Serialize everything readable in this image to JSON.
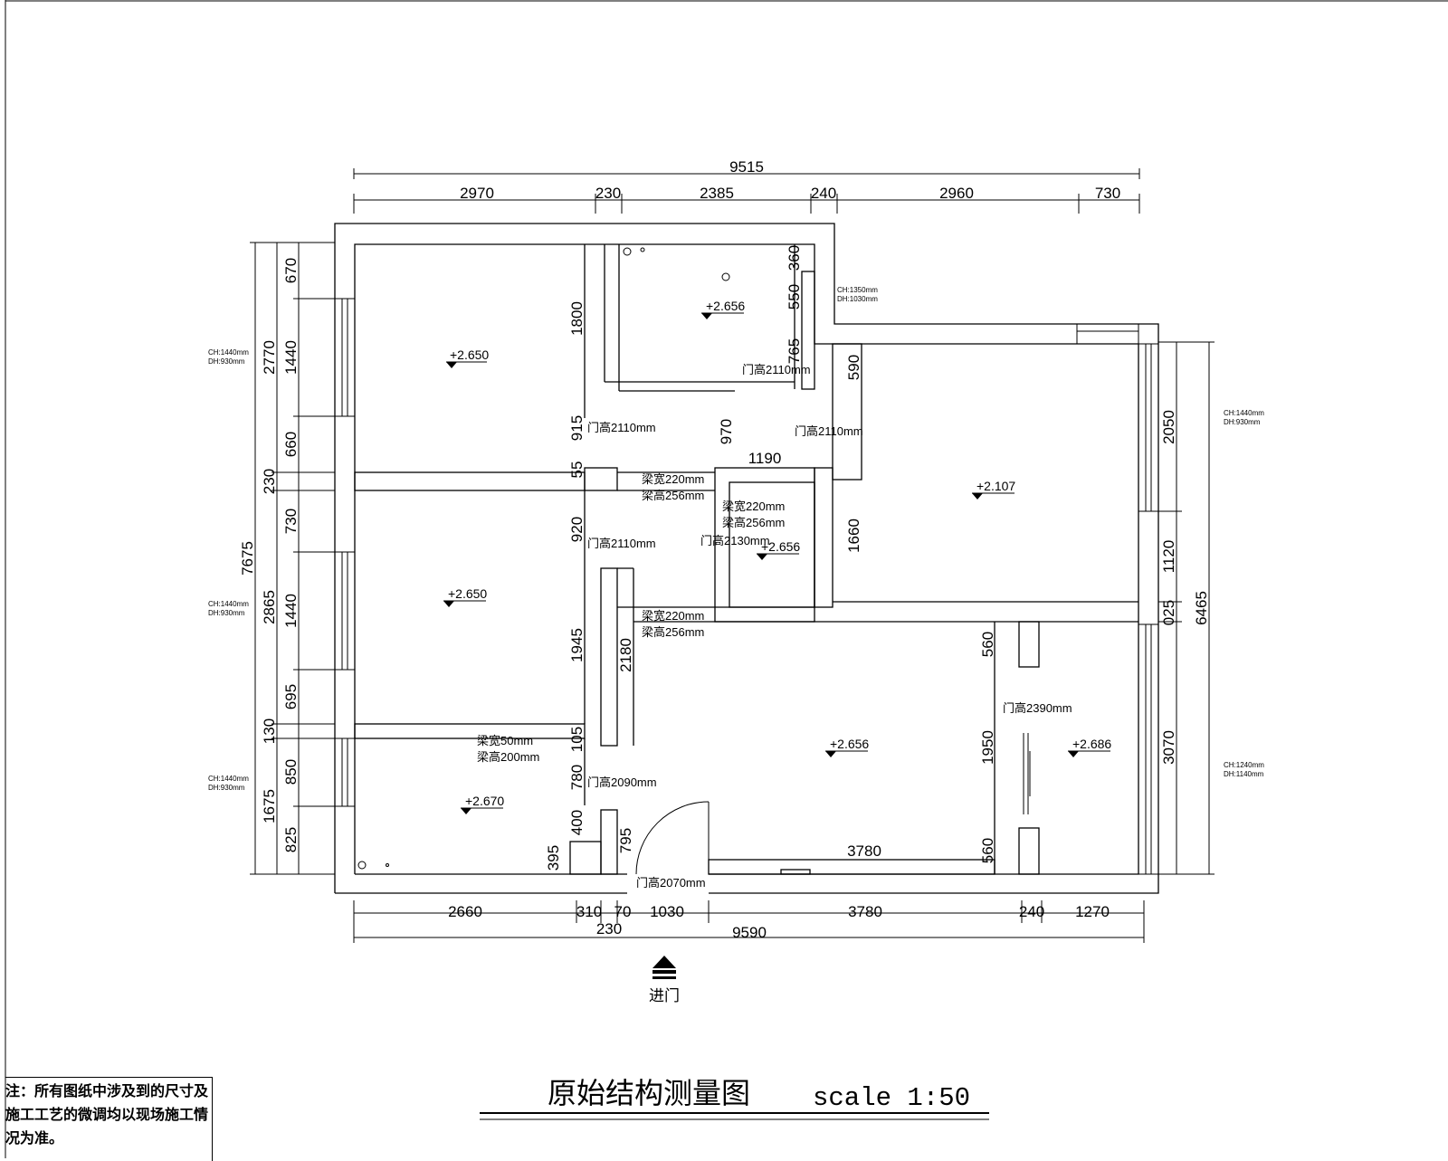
{
  "title": "原始结构测量图",
  "scale_text": "scale 1:50",
  "note": "注：所有图纸中涉及到的尺寸及施工工艺的微调均以现场施工情况为准。",
  "entrance_label": "进门",
  "dims_top": {
    "overall": "9515",
    "segments": [
      "2970",
      "230",
      "2385",
      "240",
      "2960",
      "730"
    ]
  },
  "dims_bottom": {
    "overall": "9590",
    "segments": [
      "2660",
      "310",
      "70",
      "1030",
      "3780",
      "240",
      "1270"
    ],
    "extra": "230"
  },
  "dims_left": {
    "overall": "7675",
    "mid": [
      "2770",
      "230",
      "2865",
      "130",
      "1675"
    ],
    "inner": [
      "670",
      "1440",
      "660",
      "730",
      "1440",
      "695",
      "850",
      "825"
    ]
  },
  "dims_right": {
    "overall": "6465",
    "segments": [
      "2050",
      "1120",
      "025",
      "3070"
    ]
  },
  "interior_dims": [
    "1800",
    "360",
    "550",
    "765",
    "590",
    "915",
    "55",
    "970",
    "1190",
    "920",
    "1660",
    "1945",
    "2180",
    "105",
    "780",
    "400",
    "395",
    "795",
    "560",
    "1950",
    "560",
    "3780"
  ],
  "window_notes": {
    "left1": [
      "CH:1440mm",
      "DH:930mm"
    ],
    "left2": [
      "CH:1440mm",
      "DH:930mm"
    ],
    "left3": [
      "CH:1440mm",
      "DH:930mm"
    ],
    "top": [
      "CH:1350mm",
      "DH:1030mm"
    ],
    "right1": [
      "CH:1440mm",
      "DH:930mm"
    ],
    "right2": [
      "CH:1240mm",
      "DH:1140mm"
    ]
  },
  "door_notes": [
    "门高2110mm",
    "门高2110mm",
    "门高2110mm",
    "门高2110mm",
    "门高2130mm",
    "门高2090mm",
    "门高2070mm",
    "门高2390mm"
  ],
  "beam_notes": [
    [
      "梁宽220mm",
      "梁高256mm"
    ],
    [
      "梁宽220mm",
      "梁高256mm"
    ],
    [
      "梁宽220mm",
      "梁高256mm"
    ],
    [
      "梁宽50mm",
      "梁高200mm"
    ]
  ],
  "levels": [
    "+2.650",
    "+2.656",
    "+2.650",
    "+2.670",
    "+2.656",
    "+2.107",
    "+2.656",
    "+2.686"
  ]
}
